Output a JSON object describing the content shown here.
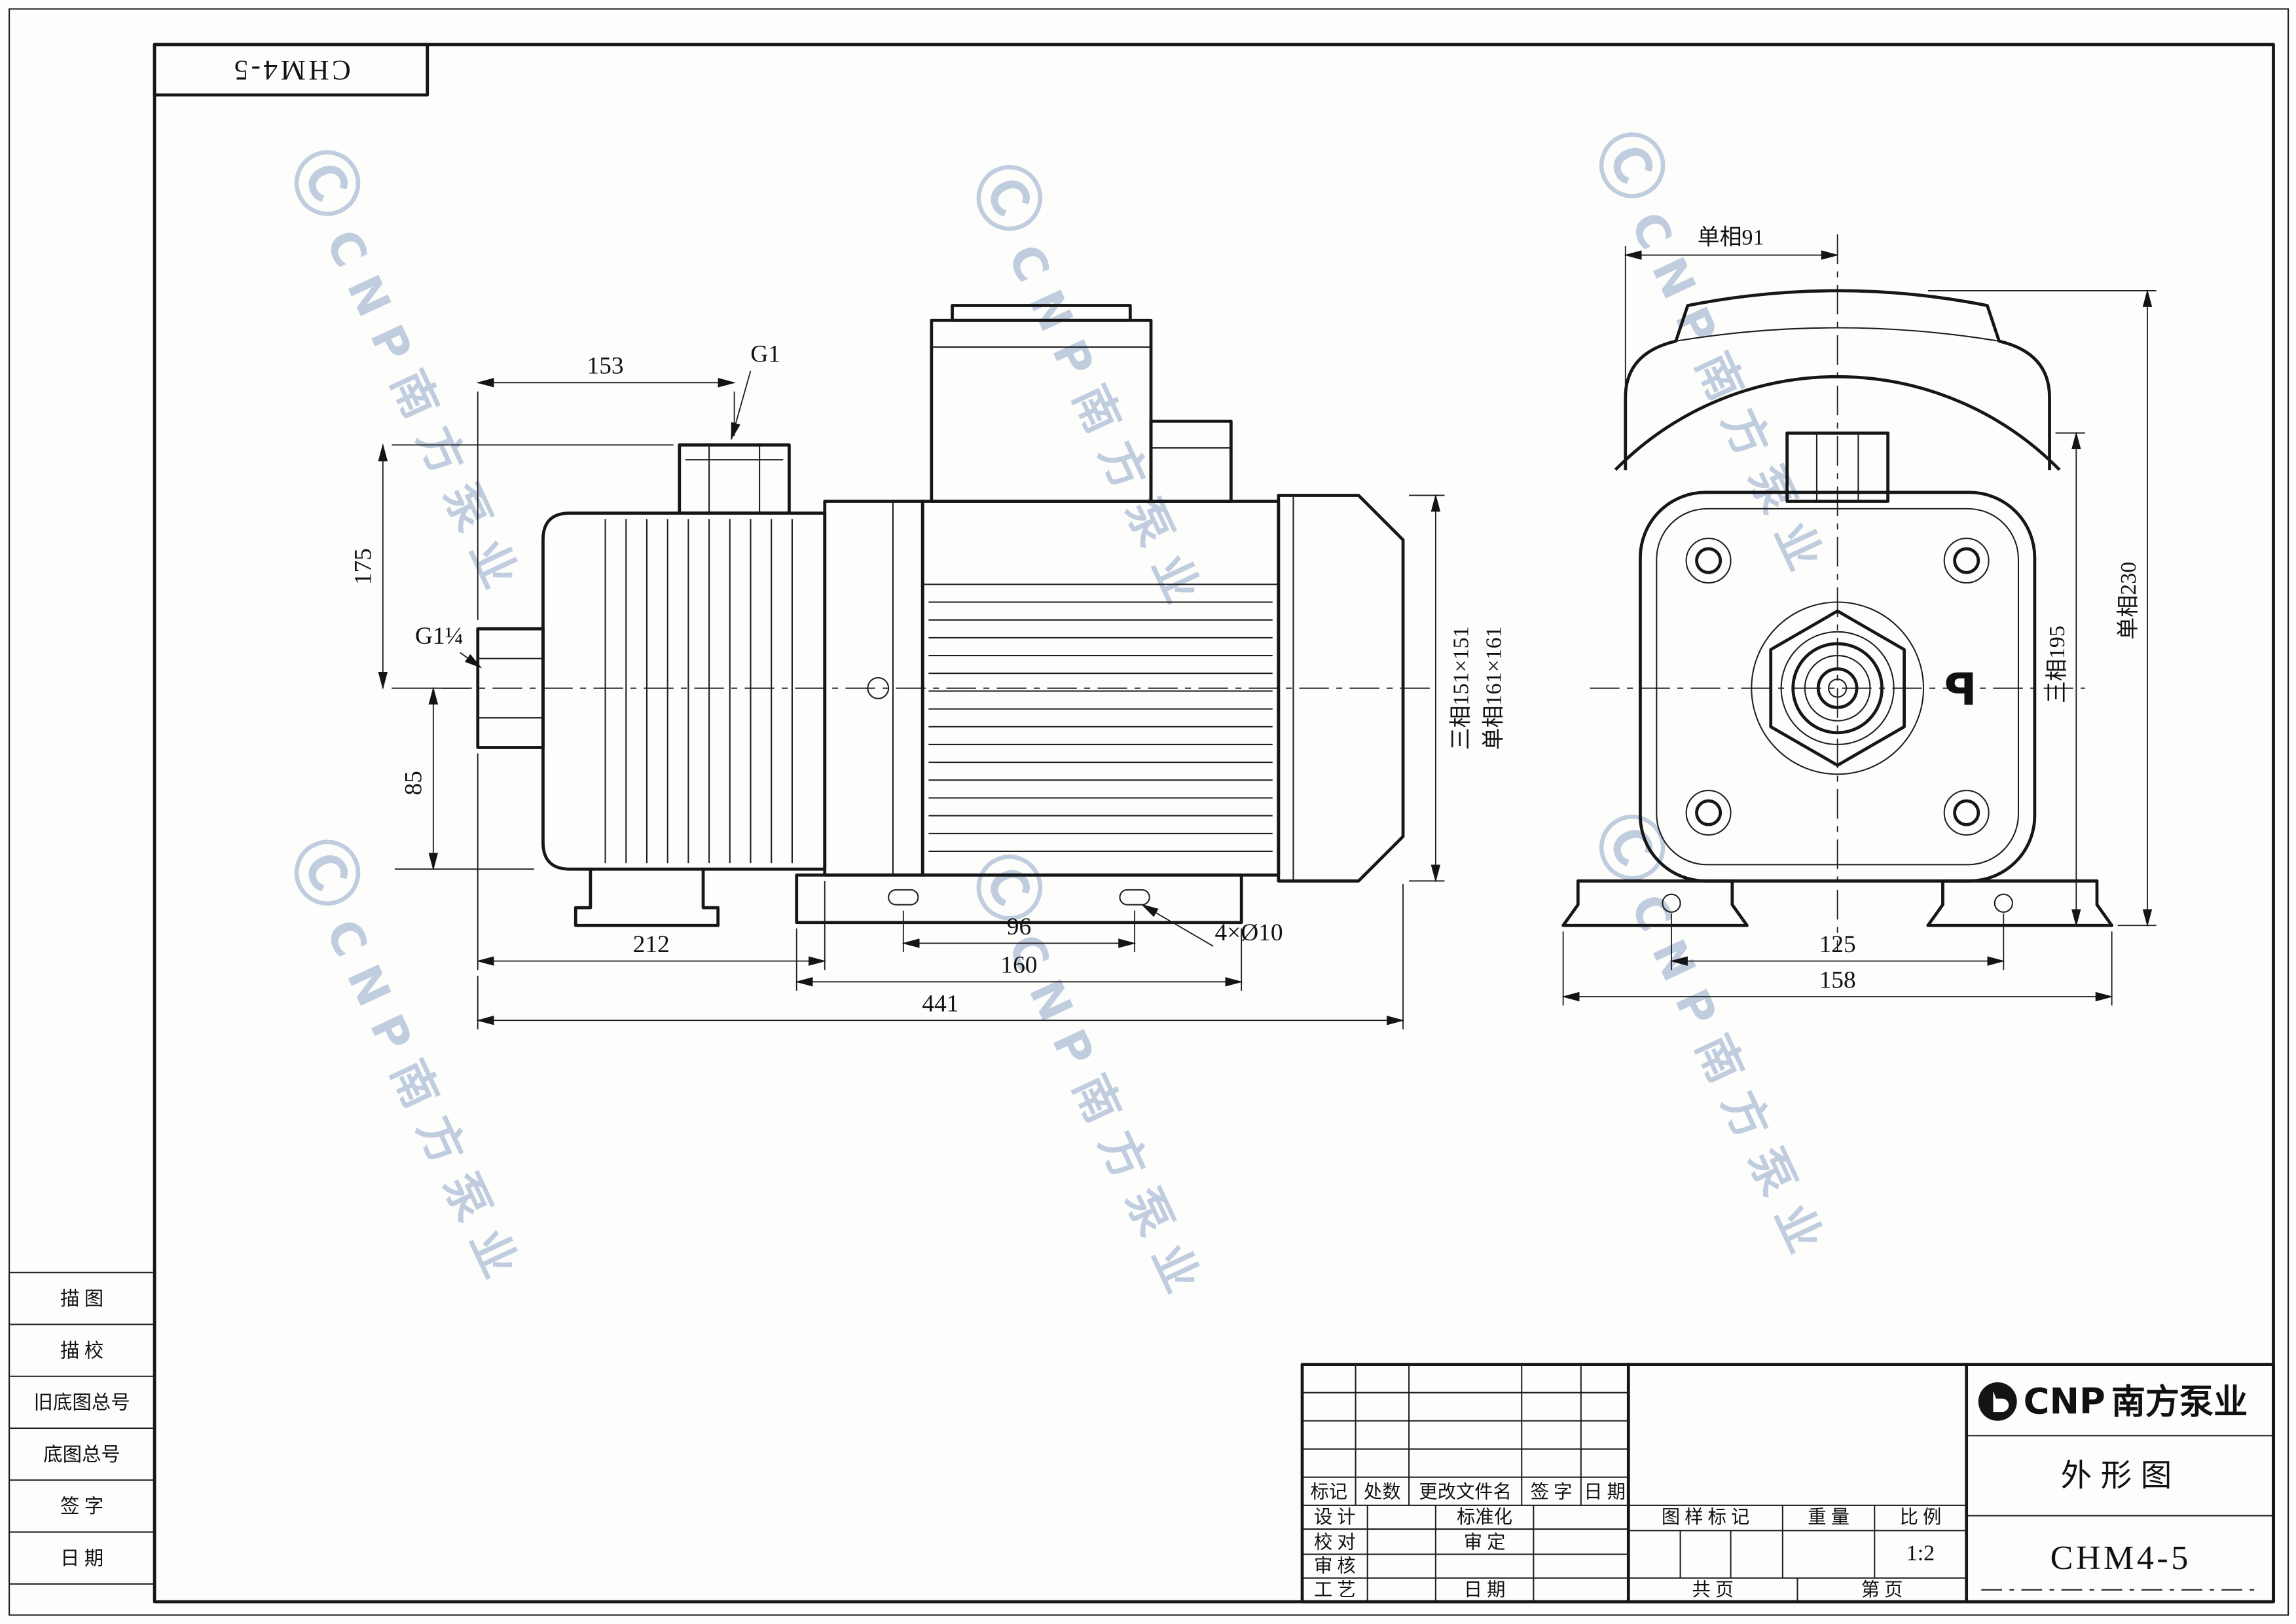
{
  "sheet": {
    "model_top_rotated": "CHM4-5"
  },
  "watermark": {
    "symbol": "Ⓒ",
    "text": "CNP南方泵业"
  },
  "margin_labels": [
    "描 图",
    "描 校",
    "旧底图总号",
    "底图总号",
    "签 字",
    "日 期"
  ],
  "side_view": {
    "dim_153": "153",
    "label_g1": "G1",
    "dim_175": "175",
    "label_g1_quarter": "G1¼",
    "dim_85": "85",
    "dim_212": "212",
    "dim_96": "96",
    "dim_160": "160",
    "dim_441": "441",
    "label_holes": "4×Ø10",
    "dim_square_three": "三相151×151",
    "dim_square_single": "单相161×161"
  },
  "end_view": {
    "dim_top_width": "单相91",
    "dim_height_single": "单相230",
    "dim_height_three": "三相195",
    "dim_125": "125",
    "dim_158": "158",
    "logo_mark": "P"
  },
  "title_block": {
    "change_header": [
      "标记",
      "处数",
      "更改文件名",
      "签 字",
      "日 期"
    ],
    "row_design": "设 计",
    "row_standard": "标准化",
    "row_check": "校 对",
    "row_approve": "审 定",
    "row_review": "审 核",
    "row_process": "工 艺",
    "row_date": "日 期",
    "stamp_header": [
      "图 样 标 记",
      "重 量",
      "比 例"
    ],
    "scale": "1:2",
    "total_pages": "共   页",
    "page_no": "第   页",
    "brand_cnp": "CNP",
    "brand_cn": "南方泵业",
    "doc_title": "外形图",
    "model": "CHM4-5"
  }
}
